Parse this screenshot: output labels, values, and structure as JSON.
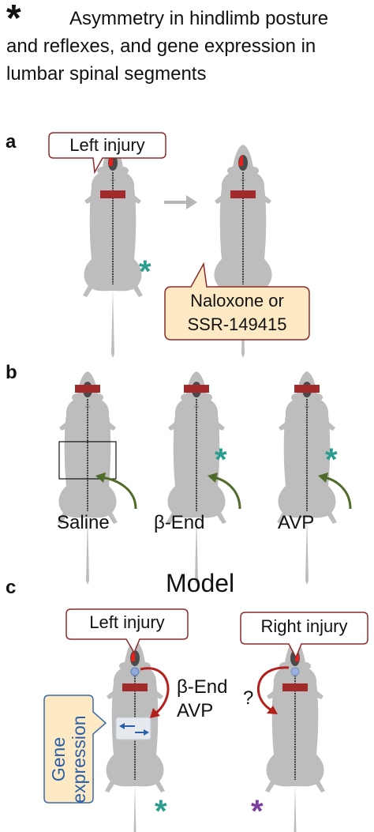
{
  "header": {
    "symbol": "*",
    "line1": "Asymmetry in hindlimb posture",
    "line2": "and reflexes, and gene expression in",
    "line3": "lumbar spinal segments"
  },
  "panel_a": {
    "letter": "a",
    "callout_left": "Left injury",
    "drug_line1": "Naloxone or",
    "drug_line2": "SSR-149415"
  },
  "panel_b": {
    "letter": "b",
    "labels": [
      "Saline",
      "β-End",
      "AVP"
    ]
  },
  "panel_c": {
    "letter": "c",
    "title": "Model",
    "callout_left": "Left injury",
    "callout_right": "Right injury",
    "hormone1": "β-End",
    "hormone2": "AVP",
    "question": "?",
    "gene_line1": "Gene",
    "gene_line2": "expression"
  },
  "colors": {
    "rat": "#bdbdbd",
    "spine": "#3a3a3a",
    "brain": "#4a4a4a",
    "lesion": "#e8201d",
    "band": "#a32a2a",
    "teal_star": "#2a9d8f",
    "purple_star": "#7b3fa0",
    "green_arrow": "#4f6b2a",
    "red_arrow": "#b3201b",
    "callout_border": "#8b2b2b",
    "drug_fill": "#fde9c4",
    "gene_border": "#3a6aa8"
  }
}
